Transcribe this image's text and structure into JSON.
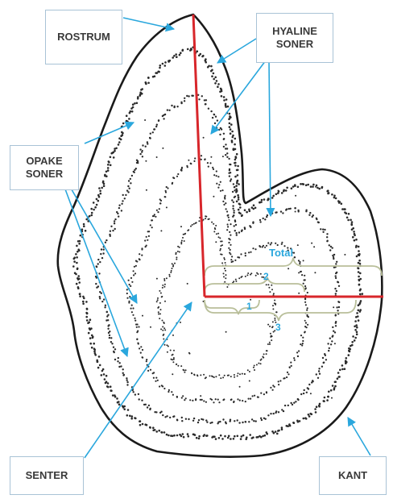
{
  "labels": {
    "rostrum": "ROSTRUM",
    "hyaline": "HYALINE\nSONER",
    "opake": "OPAKE\nSONER",
    "senter": "SENTER",
    "kant": "KANT"
  },
  "measures": {
    "total": "Total",
    "m2": "2",
    "m1": "1",
    "m3": "3"
  },
  "colors": {
    "outline": "#1a1a1a",
    "dots": "#2a2a2a",
    "axis": "#d8262b",
    "arrow": "#2aa7dd",
    "brace": "#b9bf9a",
    "measure_text": "#2aa7dd",
    "box_border": "#a9c3d6"
  }
}
